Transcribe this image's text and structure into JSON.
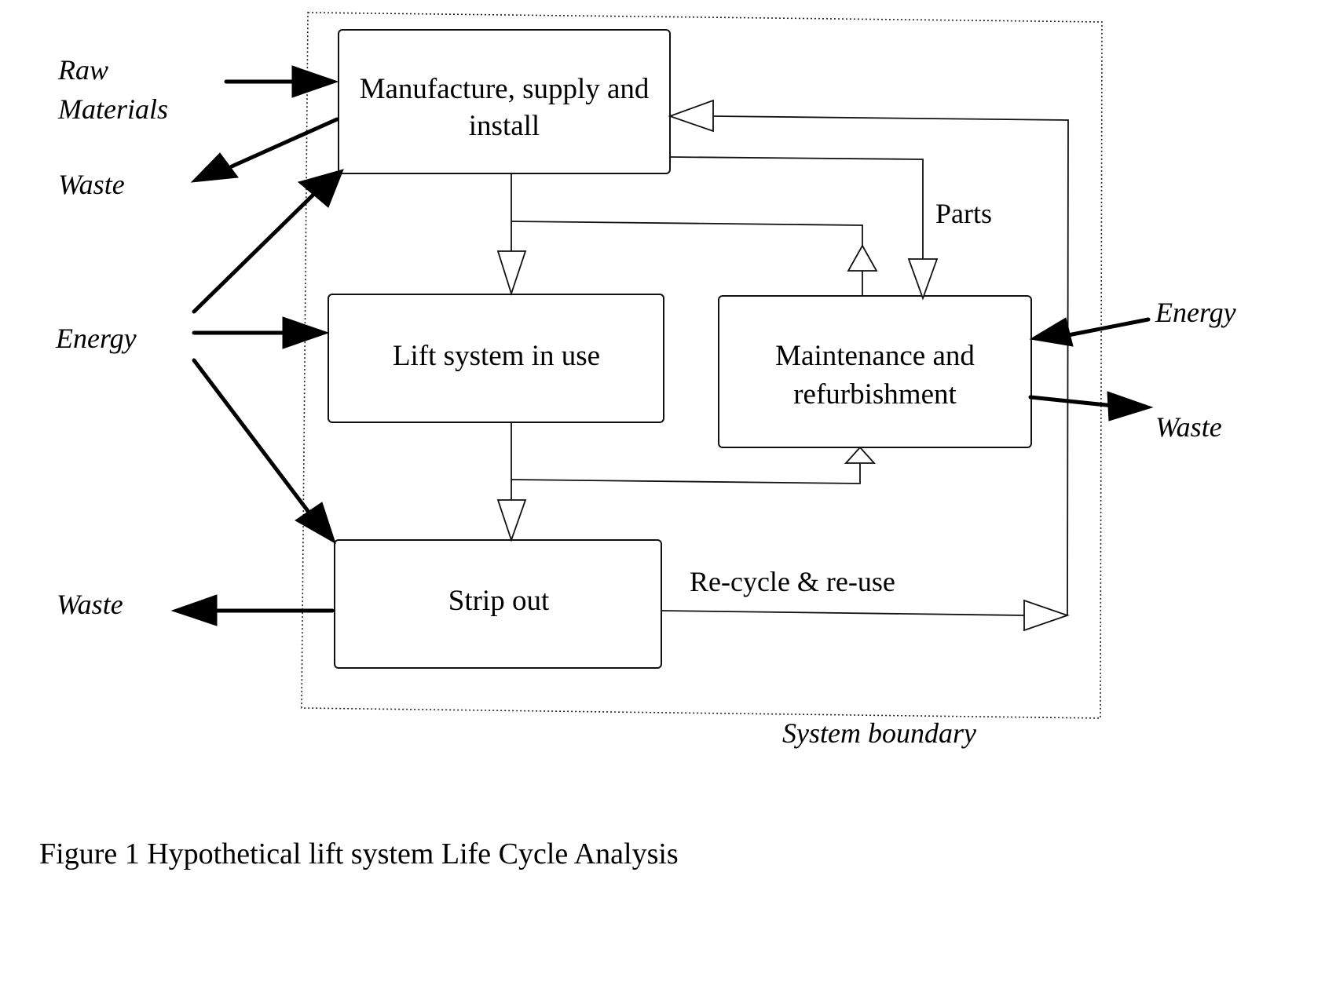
{
  "diagram": {
    "processes": {
      "manufacture": {
        "line1": "Manufacture, supply and",
        "line2": "install"
      },
      "in_use": {
        "label": "Lift system in use"
      },
      "maintenance": {
        "line1": "Maintenance and",
        "line2": "refurbishment"
      },
      "strip_out": {
        "label": "Strip out"
      }
    },
    "flow_labels": {
      "parts": "Parts",
      "recycle": "Re-cycle & re-use"
    },
    "external": {
      "raw_materials_1": "Raw",
      "raw_materials_2": "Materials",
      "waste_top_left": "Waste",
      "energy_left": "Energy",
      "waste_bottom_left": "Waste",
      "energy_right": "Energy",
      "waste_right": "Waste"
    },
    "boundary_label": "System boundary",
    "caption": "Figure 1 Hypothetical lift system Life Cycle Analysis"
  }
}
